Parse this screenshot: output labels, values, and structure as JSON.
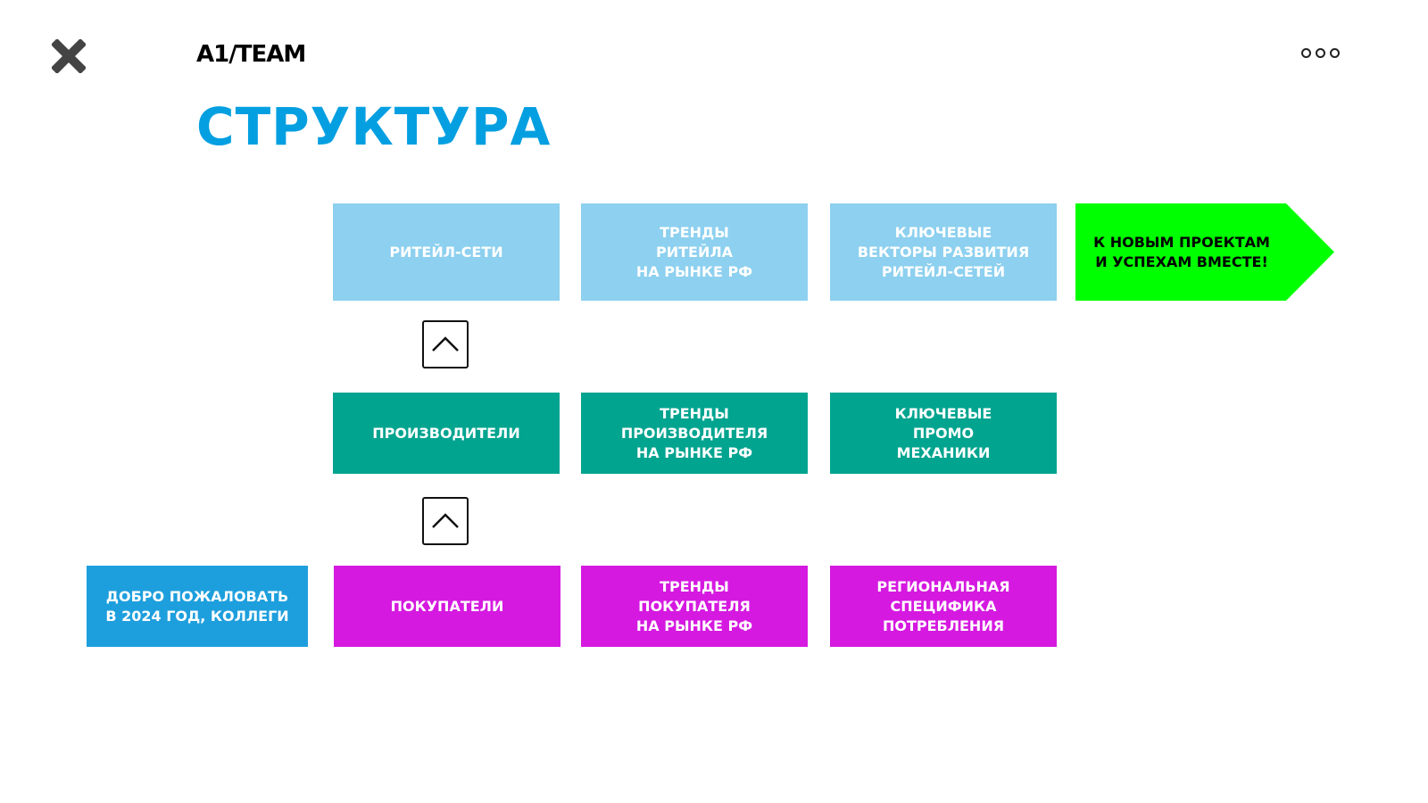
{
  "header": {
    "logo_text": "A1/TEAM",
    "title": "СТРУКТУРА"
  },
  "icons": {
    "close": "close-x-icon",
    "menu": "more-dots-icon",
    "arrow": "chevron-up-icon"
  },
  "colors": {
    "title": "#049fe1",
    "light_blue": "#8dd0ef",
    "teal": "#00a48f",
    "magenta": "#d519e0",
    "blue": "#1e9fdd",
    "green": "#00ff00"
  },
  "rows": {
    "retail": [
      "РИТЕЙЛ-СЕТИ",
      "ТРЕНДЫ\nРИТЕЙЛА\nНА РЫНКЕ РФ",
      "КЛЮЧЕВЫЕ\nВЕКТОРЫ РАЗВИТИЯ\nРИТЕЙЛ-СЕТЕЙ"
    ],
    "producers": [
      "ПРОИЗВОДИТЕЛИ",
      "ТРЕНДЫ\nПРОИЗВОДИТЕЛЯ\nНА РЫНКЕ РФ",
      "КЛЮЧЕВЫЕ\nПРОМО\nМЕХАНИКИ"
    ],
    "buyers": [
      "ПОКУПАТЕЛИ",
      "ТРЕНДЫ\nПОКУПАТЕЛЯ\nНА РЫНКЕ РФ",
      "РЕГИОНАЛЬНАЯ\nСПЕЦИФИКА\nПОТРЕБЛЕНИЯ"
    ]
  },
  "start": "ДОБРО ПОЖАЛОВАТЬ\nВ 2024 ГОД, КОЛЛЕГИ",
  "finish": "К НОВЫМ ПРОЕКТАМ\nИ УСПЕХАМ ВМЕСТЕ!"
}
